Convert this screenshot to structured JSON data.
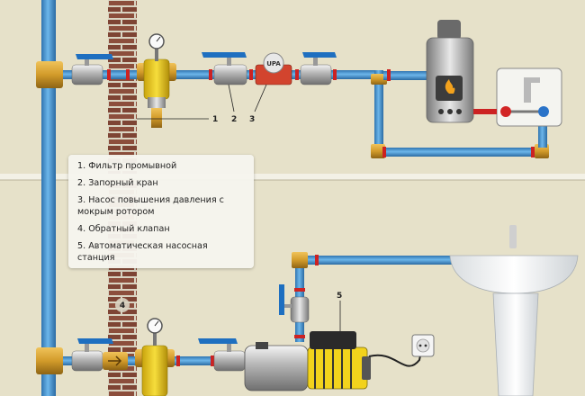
{
  "legend": {
    "items": [
      "1. Фильтр промывной",
      "2. Запорный кран",
      "3. Насос повышения давления с мокрым ротором",
      "4. Обратный клапан",
      "5. Автоматическая насосная станция"
    ]
  },
  "callouts": {
    "c1": "1",
    "c2": "2",
    "c3": "3",
    "c4": "4",
    "c5": "5"
  },
  "pump_badge": "UPA",
  "colors": {
    "wall_bg": "#e6e1c9",
    "pipe_blue": "#3a8fd0",
    "pipe_red": "#cc2222",
    "brick": "#8a4e3c",
    "valve_blue": "#1e6fc0",
    "brass": "#c99a2e",
    "filter_yellow": "#e9c81e"
  }
}
